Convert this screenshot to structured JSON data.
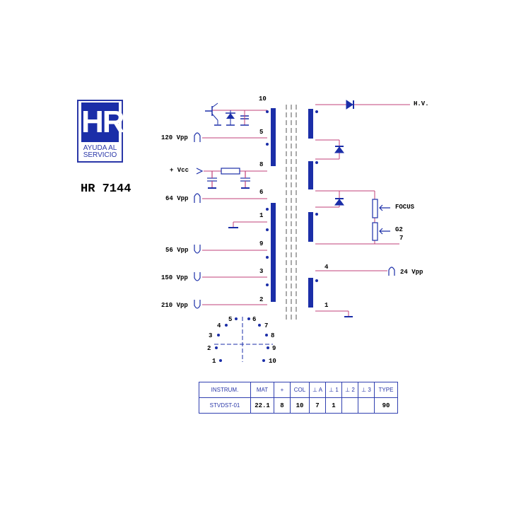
{
  "logo": {
    "mark": "HR",
    "line1": "AYUDA AL",
    "line2": "SERVICIO"
  },
  "model": "HR 7144",
  "primary_labels": {
    "vpp120": "120 Vpp",
    "vcc": "+ Vcc",
    "vpp64": "64 Vpp",
    "vpp56": "56 Vpp",
    "vpp150": "150 Vpp",
    "vpp210": "210 Vpp"
  },
  "pins": {
    "p10": "10",
    "p5": "5",
    "p8": "8",
    "p6": "6",
    "p1": "1",
    "p9": "9",
    "p3": "3",
    "p2": "2",
    "p4s": "4",
    "p1s": "1",
    "p7s": "7"
  },
  "secondary_labels": {
    "hv": "H.V.",
    "focus": "FOCUS",
    "g2": "G2",
    "vpp24": "24 Vpp"
  },
  "pinout": {
    "l5": "5",
    "l6": "6",
    "l4": "4",
    "l7": "7",
    "l3": "3",
    "l8": "8",
    "l2": "2",
    "l9": "9",
    "l1": "1",
    "l10": "10"
  },
  "table": {
    "headers": [
      "INSTRUM.",
      "MAT",
      "+",
      "COL",
      "⊥ A",
      "⊥ 1",
      "⊥ 2",
      "⊥ 3",
      "TYPE"
    ],
    "values": [
      "STVDST-01",
      "22.1",
      "8",
      "10",
      "7",
      "1",
      "",
      "",
      "90"
    ]
  },
  "colors": {
    "wire": "#c0407a",
    "component": "#1b2ea8",
    "text": "#000000"
  }
}
